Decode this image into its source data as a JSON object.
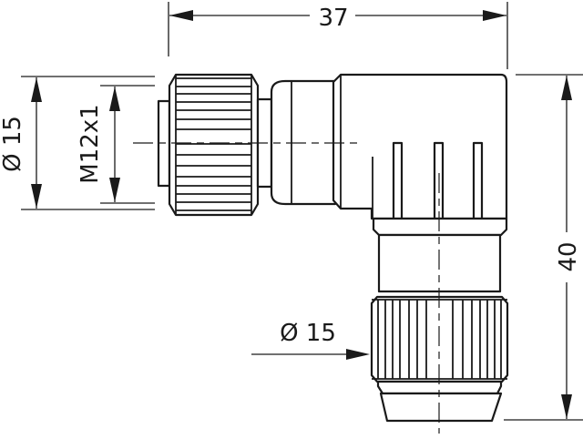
{
  "drawing": {
    "title": "Angled M12 connector dimension drawing",
    "units": "mm",
    "line_color": "#1a1a1a",
    "background": "#ffffff"
  },
  "dimensions": {
    "overall_length": {
      "label": "37",
      "value": 37,
      "orientation": "horizontal"
    },
    "overall_height": {
      "label": "40",
      "value": 40,
      "orientation": "vertical"
    },
    "nut_diameter_side": {
      "label": "Ø 15",
      "value": 15,
      "orientation": "vertical"
    },
    "thread": {
      "label": "M12x1",
      "orientation": "vertical"
    },
    "nut_diameter_bottom": {
      "label": "Ø 15",
      "value": 15,
      "orientation": "leader-arrow"
    }
  },
  "parts": [
    {
      "name": "coupling-nut-knurled",
      "position": "left"
    },
    {
      "name": "connector-neck",
      "position": "center-left"
    },
    {
      "name": "angled-housing",
      "position": "top-right"
    },
    {
      "name": "cable-gland-knurled-nut",
      "position": "bottom"
    },
    {
      "name": "cable-outlet-taper",
      "position": "bottom"
    }
  ]
}
